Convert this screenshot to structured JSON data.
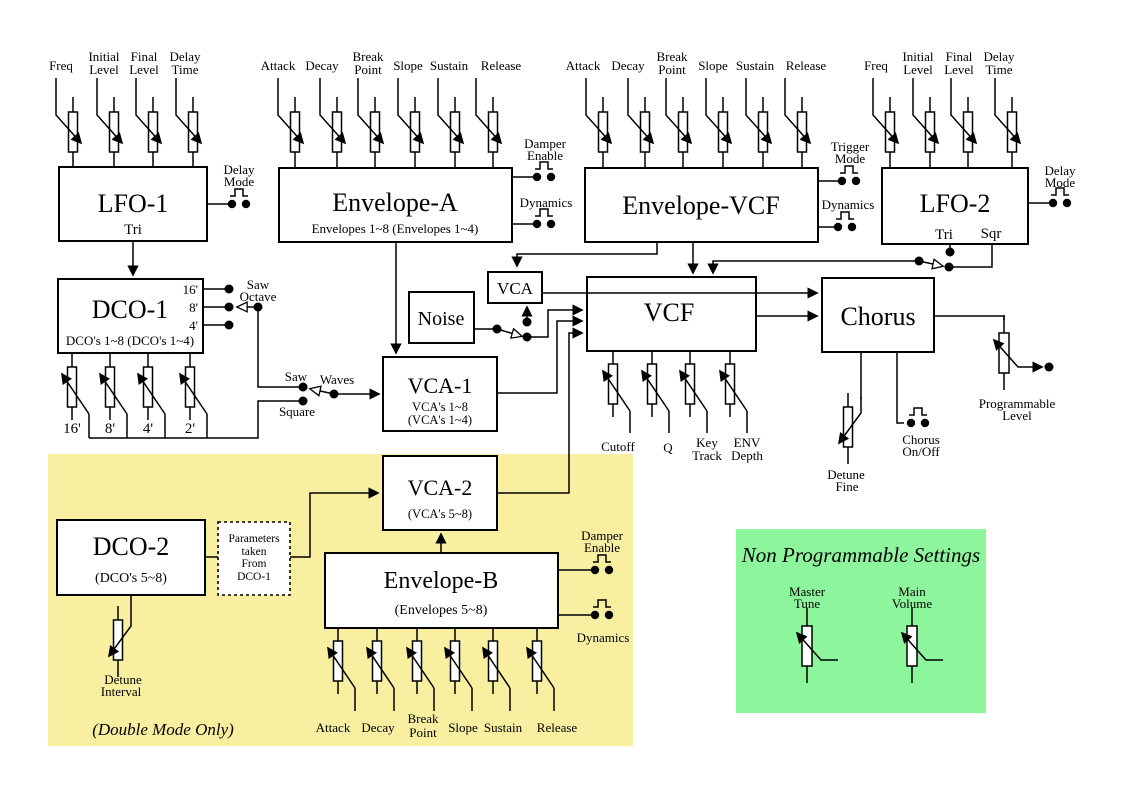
{
  "colors": {
    "double_mode_bg": "#f8f0a0",
    "non_programmable_bg": "#8df59b",
    "line": "#000000"
  },
  "lfo1": {
    "title": "LFO-1",
    "wave": "Tri",
    "params": {
      "freq": "Freq",
      "initial1": "Initial",
      "initial2": "Level",
      "final1": "Final",
      "final2": "Level",
      "delay1": "Delay",
      "delay2": "Time"
    },
    "switch1": "Delay",
    "switch2": "Mode"
  },
  "env_params": {
    "attack": "Attack",
    "decay": "Decay",
    "break1": "Break",
    "break2": "Point",
    "slope": "Slope",
    "sustain": "Sustain",
    "release": "Release"
  },
  "envA": {
    "title": "Envelope-A",
    "sub": "Envelopes 1~8 (Envelopes 1~4)",
    "damper1": "Damper",
    "damper2": "Enable",
    "dynamics": "Dynamics"
  },
  "envVCF": {
    "title": "Envelope-VCF",
    "trigger1": "Trigger",
    "trigger2": "Mode",
    "dynamics": "Dynamics"
  },
  "lfo2": {
    "title": "LFO-2",
    "wave1": "Tri",
    "wave2": "Sqr",
    "switch1": "Delay",
    "switch2": "Mode"
  },
  "dco1": {
    "title": "DCO-1",
    "sub": "DCO's 1~8 (DCO's 1~4)",
    "oct16": "16'",
    "oct8": "8'",
    "oct4": "4'",
    "saw_octave1": "Saw",
    "saw_octave2": "Octave",
    "mix16": "16'",
    "mix8": "8'",
    "mix4": "4'",
    "mix2": "2'",
    "saw": "Saw",
    "square": "Square",
    "waves": "Waves"
  },
  "vca1": {
    "title": "VCA-1",
    "sub1": "VCA's 1~8",
    "sub2": "(VCA's 1~4)"
  },
  "noise": {
    "title": "Noise"
  },
  "vca": {
    "title": "VCA"
  },
  "vcf": {
    "title": "VCF",
    "cutoff": "Cutoff",
    "q": "Q",
    "key1": "Key",
    "key2": "Track",
    "env1": "ENV",
    "env2": "Depth"
  },
  "chorus": {
    "title": "Chorus",
    "detune1": "Detune",
    "detune2": "Fine",
    "onoff1": "Chorus",
    "onoff2": "On/Off",
    "level1": "Programmable",
    "level2": "Level"
  },
  "double": {
    "dco2_title": "DCO-2",
    "dco2_sub": "(DCO's 5~8)",
    "params1": "Parameters",
    "params2": "taken",
    "params3": "From",
    "params4": "DCO-1",
    "vca2_title": "VCA-2",
    "vca2_sub": "(VCA's 5~8)",
    "envB_title": "Envelope-B",
    "envB_sub": "(Envelopes 5~8)",
    "damper1": "Damper",
    "damper2": "Enable",
    "dynamics": "Dynamics",
    "detune1": "Detune",
    "detune2": "Interval",
    "note": "(Double Mode Only)"
  },
  "green": {
    "title": "Non Programmable Settings",
    "master1": "Master",
    "master2": "Tune",
    "volume1": "Main",
    "volume2": "Volume"
  }
}
